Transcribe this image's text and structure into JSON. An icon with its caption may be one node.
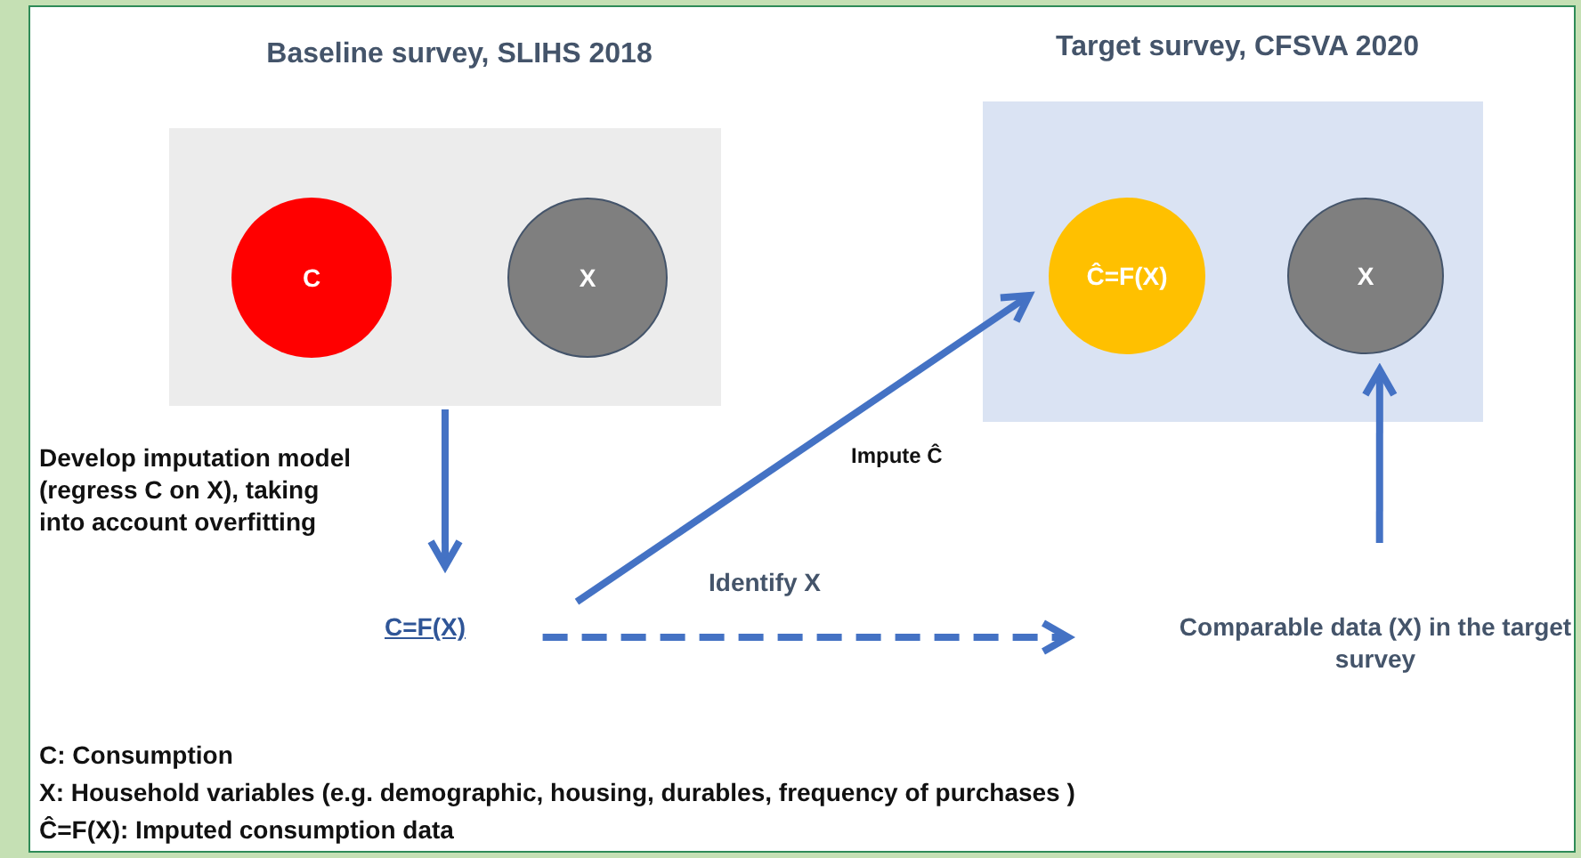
{
  "diagram": {
    "nodes": [
      {
        "text": [
          "Baseline survey, SLIHS 2018"
        ]
      },
      {
        "text": [
          "C"
        ],
        "in": 0
      },
      {
        "text": [
          "X"
        ],
        "in": 0
      },
      {
        "text": [
          "Target survey, CFSVA 2020"
        ]
      },
      {
        "text": [
          "Ĉ=F(X)"
        ],
        "in": 3
      },
      {
        "text": [
          "X"
        ],
        "in": 3
      },
      {
        "text": [
          "C=F(X)"
        ]
      },
      {
        "text": [
          "Comparable data (X) in the target survey"
        ]
      }
    ],
    "edges": [
      {
        "from": 0,
        "to": 6,
        "arrow": "to",
        "label": "Develop imputation model (regress C on X), taking into account overfitting"
      },
      {
        "from": 6,
        "to": 4,
        "arrow": "to",
        "label": "Impute Ĉ"
      },
      {
        "from": 6,
        "to": null,
        "arrow": "to",
        "label": "Identify X",
        "style": "dashed"
      },
      {
        "from": 7,
        "to": 5,
        "arrow": "to"
      }
    ],
    "labels": [
      "C: Consumption",
      "X: Household variables (e.g. demographic, housing, durables, frequency of purchases )",
      "Ĉ=F(X): Imputed consumption data"
    ]
  }
}
